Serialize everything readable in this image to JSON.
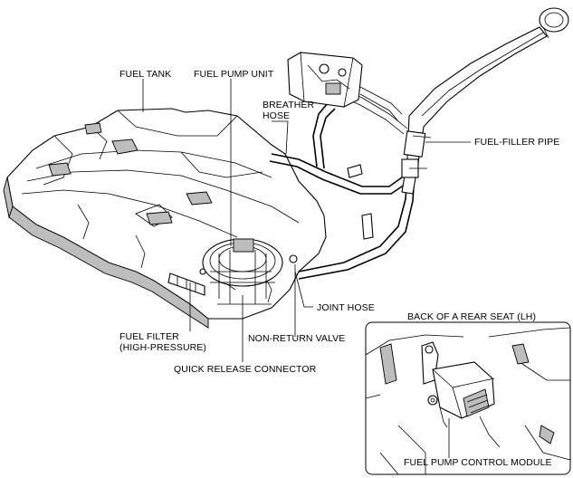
{
  "labels": {
    "fuel_tank": "FUEL TANK",
    "fuel_pump_unit": "FUEL PUMP UNIT",
    "breather_hose": "BREATHER\nHOSE",
    "fuel_filler_pipe": "FUEL-FILLER PIPE",
    "joint_hose": "JOINT HOSE",
    "fuel_filter": "FUEL FILTER\n(HIGH-PRESSURE)",
    "non_return_valve": "NON-RETURN VALVE",
    "quick_release_connector": "QUICK RELEASE CONNECTOR",
    "back_of_rear_seat": "BACK OF A REAR SEAT (LH)",
    "fuel_pump_control_module": "FUEL PUMP CONTROL MODULE"
  },
  "colors": {
    "line": "#000000",
    "shade": "#bdbdbd",
    "background": "#ffffff"
  }
}
